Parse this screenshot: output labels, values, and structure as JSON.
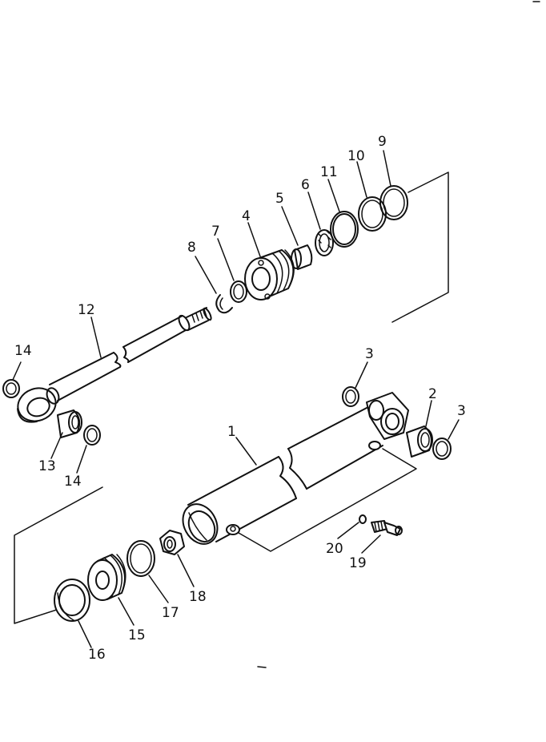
{
  "labels": {
    "p1": "1",
    "p2": "2",
    "p3a": "3",
    "p3b": "3",
    "p4": "4",
    "p5": "5",
    "p6": "6",
    "p7": "7",
    "p8": "8",
    "p9": "9",
    "p10": "10",
    "p11": "11",
    "p12": "12",
    "p13": "13",
    "p14a": "14",
    "p14b": "14",
    "p15": "15",
    "p16": "16",
    "p17": "17",
    "p18": "18",
    "p19": "19",
    "p20": "20"
  }
}
